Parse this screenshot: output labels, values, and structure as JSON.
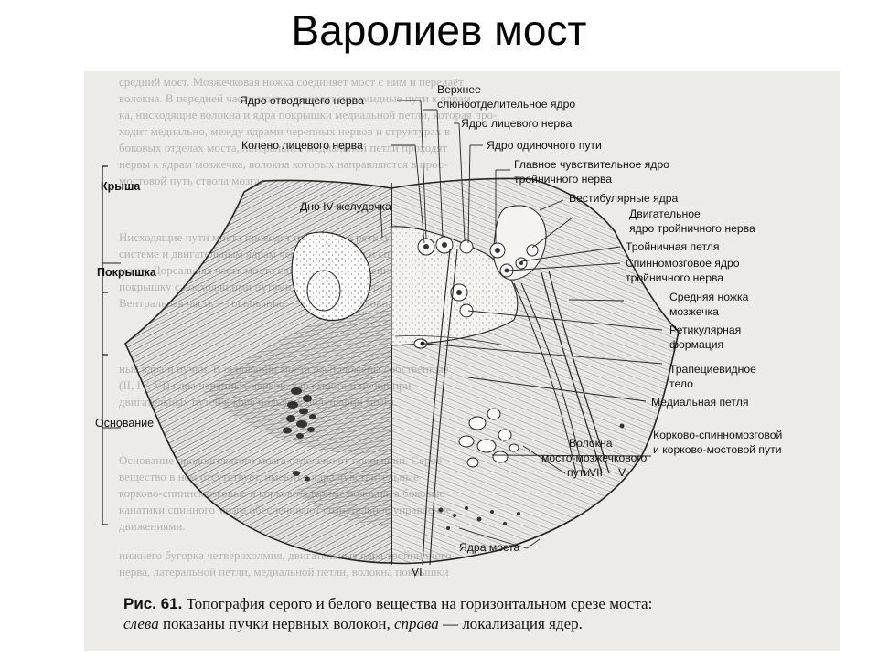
{
  "title": "Варолиев мост",
  "regions": [
    "Крыша",
    "Покрышка",
    "Основание"
  ],
  "labels": {
    "abducens_nucleus": "Ядро отводящего нерва",
    "superior_salivatory_line1": "Верхнее",
    "superior_salivatory_line2": "слюноотделительное ядро",
    "facial_nucleus": "Ядро лицевого нерва",
    "facial_genu": "Колено лицевого нерва",
    "solitary_nucleus": "Ядро одиночного пути",
    "trigeminal_main_line1": "Главное чувствительное ядро",
    "trigeminal_main_line2": "тройничного нерва",
    "fourth_ventricle_floor": "Дно IV желудочка",
    "vestibular_nuclei": "Вестибулярные ядра",
    "trigeminal_motor_line1": "Двигательное",
    "trigeminal_motor_line2": "ядро тройничного нерва",
    "trigeminal_lemniscus": "Тройничная петля",
    "trigeminal_spinal_line1": "Спинномозговое ядро",
    "trigeminal_spinal_line2": "тройничного нерва",
    "middle_peduncle_line1": "Средняя ножка",
    "middle_peduncle_line2": "мозжечка",
    "reticular_line1": "Ретикулярная",
    "reticular_line2": "формация",
    "trapezoid_line1": "Трапециевидное",
    "trapezoid_line2": "тело",
    "medial_lemniscus": "Медиальная петля",
    "corticospinal_line1": "Корково-спинномозговой",
    "corticospinal_line2": "и корково-мостовой пути",
    "pontocerebellar_line1": "Волокна",
    "pontocerebellar_line2": "мосто-мозжечкового",
    "pontocerebellar_line3": "пути",
    "pontine_nuclei": "Ядра моста",
    "nerve_vii": "VII",
    "nerve_v": "V",
    "nerve_vi": "VI"
  },
  "caption": {
    "fig_no": "Рис. 61.",
    "text1": "Топография серого и белого вещества на горизонтальном срезе моста:",
    "left_word": "слева",
    "text2": "показаны пучки нервных волокон,",
    "right_word": "справа",
    "text3": "— локализация ядер."
  },
  "colors": {
    "page_bg": "#ecebe8",
    "ink": "#111111",
    "faint_text": "#b7b4af"
  }
}
